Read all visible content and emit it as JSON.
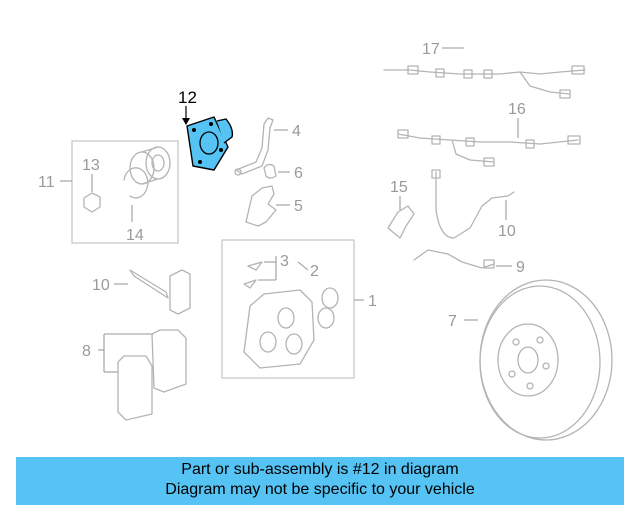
{
  "diagram": {
    "highlight_color": "#55c3f3",
    "callouts": {
      "c1": "1",
      "c2": "2",
      "c3": "3",
      "c4": "4",
      "c5": "5",
      "c6": "6",
      "c7": "7",
      "c8": "8",
      "c9": "9",
      "c10a": "10",
      "c10b": "10",
      "c11": "11",
      "c12": "12",
      "c13": "13",
      "c14": "14",
      "c15": "15",
      "c16": "16",
      "c17": "17"
    }
  },
  "banner": {
    "background": "#55c3f3",
    "line1": "Part or sub-assembly is #12 in diagram",
    "line2": "Diagram may not be specific to your vehicle"
  }
}
